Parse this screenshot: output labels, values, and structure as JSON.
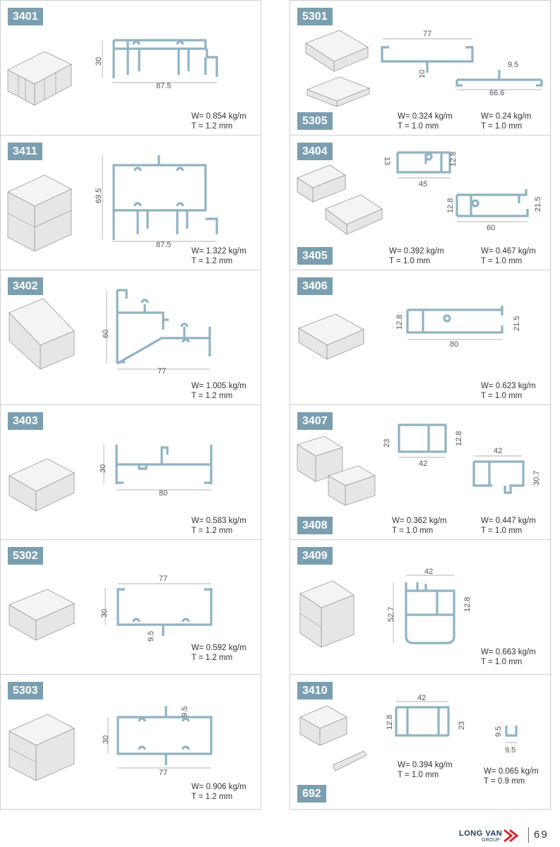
{
  "profiles_left": [
    {
      "code": "3401",
      "weight": "W= 0.854 kg/m",
      "thickness": "T = 1.2 mm",
      "dims": [
        "30",
        "87.5"
      ]
    },
    {
      "code": "3411",
      "weight": "W= 1.322 kg/m",
      "thickness": "T = 1.2 mm",
      "dims": [
        "69.5",
        "87.5"
      ]
    },
    {
      "code": "3402",
      "weight": "W= 1.005 kg/m",
      "thickness": "T = 1.2 mm",
      "dims": [
        "60",
        "77"
      ]
    },
    {
      "code": "3403",
      "weight": "W= 0.583 kg/m",
      "thickness": "T = 1.2 mm",
      "dims": [
        "30",
        "80"
      ]
    },
    {
      "code": "5302",
      "weight": "W= 0.592 kg/m",
      "thickness": "T = 1.2 mm",
      "dims": [
        "77",
        "30",
        "9.5"
      ]
    },
    {
      "code": "5303",
      "weight": "W= 0.906 kg/m",
      "thickness": "T = 1.2 mm",
      "dims": [
        "9.5",
        "30",
        "77"
      ]
    }
  ],
  "profiles_right": [
    {
      "code": "5301",
      "code2": "5305",
      "weight": "W= 0.324 kg/m",
      "thickness": "T = 1.0 mm",
      "weight2": "W= 0.24 kg/m",
      "thickness2": "T = 1.0 mm",
      "dims": [
        "77",
        "10",
        "9.5",
        "66.6"
      ]
    },
    {
      "code": "3404",
      "code2": "3405",
      "weight": "W= 0.392 kg/m",
      "thickness": "T = 1.0 mm",
      "weight2": "W= 0.467 kg/m",
      "thickness2": "T = 1.0 mm",
      "dims": [
        "13",
        "12.8",
        "45",
        "12.8",
        "21.5",
        "60"
      ]
    },
    {
      "code": "3406",
      "weight": "W= 0.623 kg/m",
      "thickness": "T = 1.0 mm",
      "dims": [
        "12.8",
        "21.5",
        "80"
      ]
    },
    {
      "code": "3407",
      "code2": "3408",
      "weight": "W= 0.362 kg/m",
      "thickness": "T = 1.0 mm",
      "weight2": "W= 0.447 kg/m",
      "thickness2": "T = 1.0 mm",
      "dims": [
        "23",
        "12.8",
        "42",
        "42",
        "30.7"
      ]
    },
    {
      "code": "3409",
      "weight": "W= 0.663 kg/m",
      "thickness": "T = 1.0 mm",
      "dims": [
        "42",
        "52.7",
        "12.8"
      ]
    },
    {
      "code": "3410",
      "code2": "692",
      "weight": "W= 0.394 kg/m",
      "thickness": "T = 1.0 mm",
      "weight2": "W= 0.065 kg/m",
      "thickness2": "T = 0.9 mm",
      "dims": [
        "42",
        "12.8",
        "23",
        "9.5",
        "9.5"
      ]
    }
  ],
  "footer": {
    "brand": "LONG VAN",
    "brand_sub": "GROUP",
    "page": "69"
  },
  "colors": {
    "badge": "#7a9fb0",
    "profile_stroke": "#8fb3c2",
    "brand": "#1c3b63",
    "brand_accent": "#d7262e"
  }
}
